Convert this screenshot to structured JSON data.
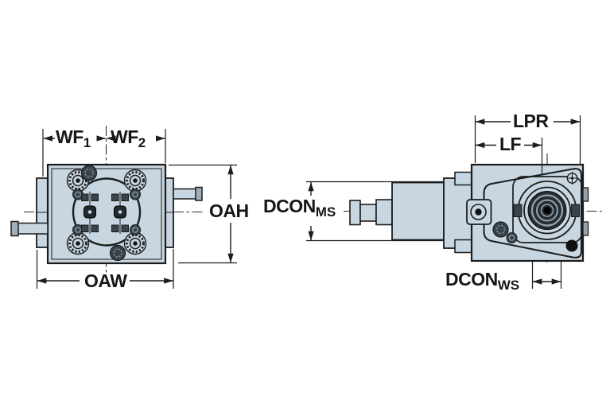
{
  "colors": {
    "bg": "#ffffff",
    "line": "#1c1c1c",
    "body_fill": "#c7d6e0",
    "dark_fill": "#39434b",
    "mid_gray": "#93a4ae",
    "tip_gray": "#9fb0ba",
    "ring_dark": "#262c31"
  },
  "dimensions": {
    "wf1": {
      "text": "WF",
      "sub": "1"
    },
    "wf2": {
      "text": "WF",
      "sub": "2"
    },
    "oah": {
      "text": "OAH",
      "sub": ""
    },
    "oaw": {
      "text": "OAW",
      "sub": ""
    },
    "lpr": {
      "text": "LPR",
      "sub": ""
    },
    "lf": {
      "text": "LF",
      "sub": ""
    },
    "dcon_ms": {
      "text": "DCON",
      "sub": "MS"
    },
    "dcon_ws": {
      "text": "DCON",
      "sub": "WS"
    }
  }
}
